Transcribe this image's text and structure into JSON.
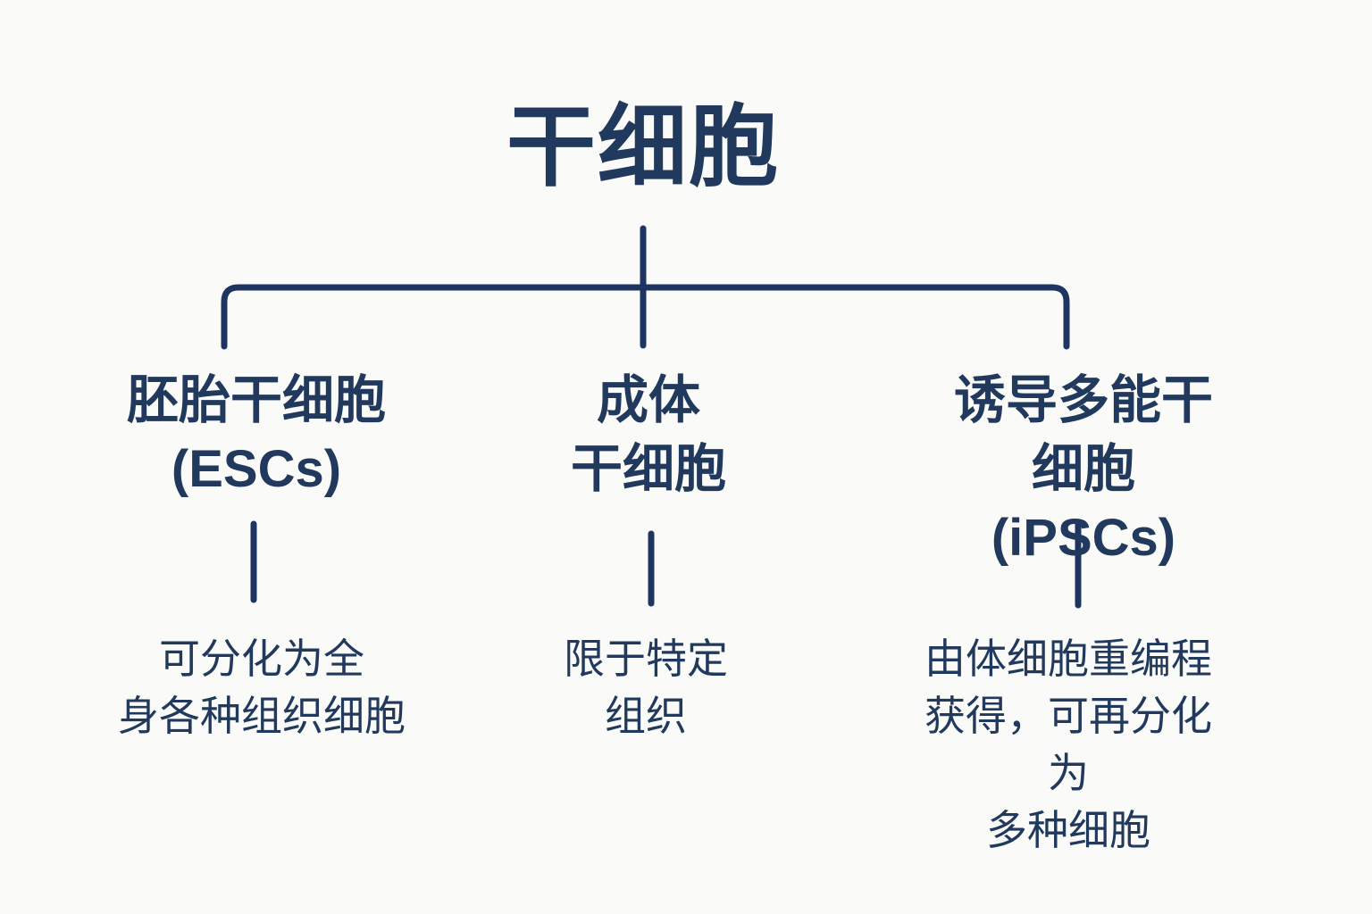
{
  "title": "干细胞",
  "colors": {
    "background": "#fafaf9",
    "text": "#21395c",
    "line": "#1e3562"
  },
  "branches": [
    {
      "label": "胚胎干细胞\n(ESCs)",
      "description": "可分化为全\n身各种组织细胞"
    },
    {
      "label": "成体\n干细胞",
      "description": "限于特定\n组织"
    },
    {
      "label": "诱导多能干细胞\n(iPSCs)",
      "description": "由体细胞重编程\n获得，可再分化为\n多种细胞"
    }
  ]
}
